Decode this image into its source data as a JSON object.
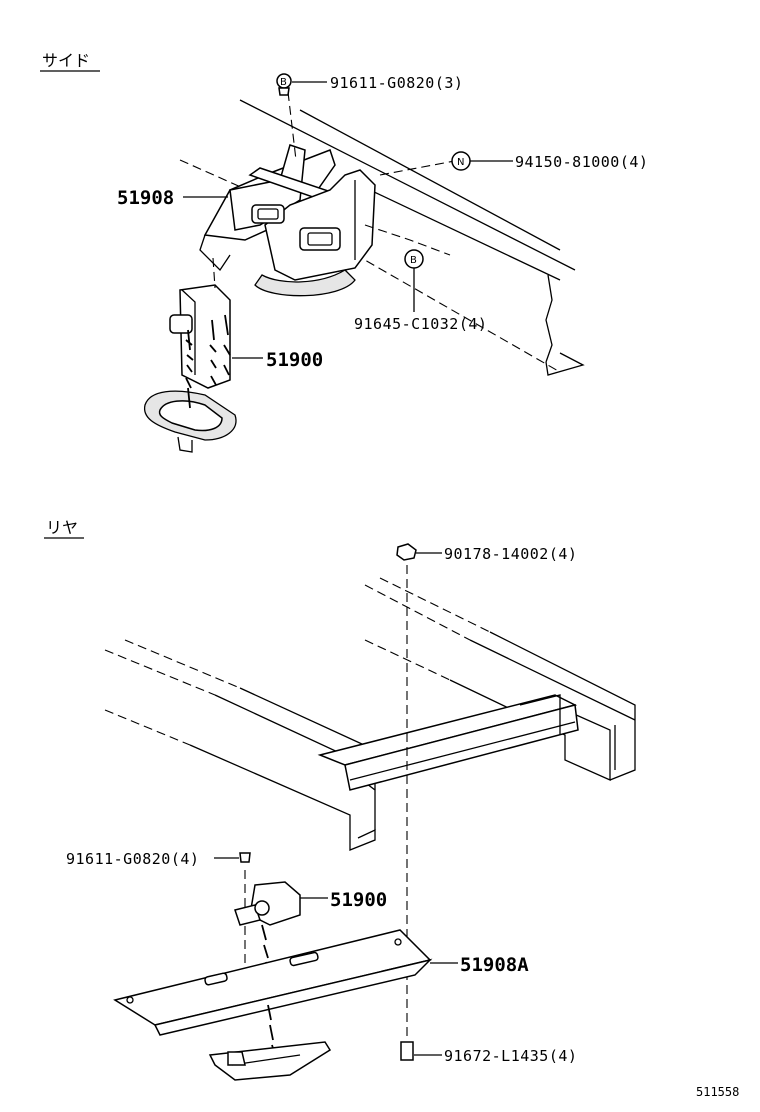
{
  "sections": {
    "side": "サイド",
    "rear": "リヤ"
  },
  "side": {
    "part_91611": "91611-G0820(3)",
    "part_94150": "94150-81000(4)",
    "part_51908": "51908",
    "part_91645": "91645-C1032(4)",
    "part_51900": "51900",
    "symbol_b_top": "B",
    "symbol_n": "N",
    "symbol_b_mid": "B"
  },
  "rear": {
    "part_90178": "90178-14002(4)",
    "part_91611": "91611-G0820(4)",
    "part_51900": "51900",
    "part_51908a": "51908A",
    "part_91672": "91672-L1435(4)"
  },
  "diagram_id": "511558"
}
